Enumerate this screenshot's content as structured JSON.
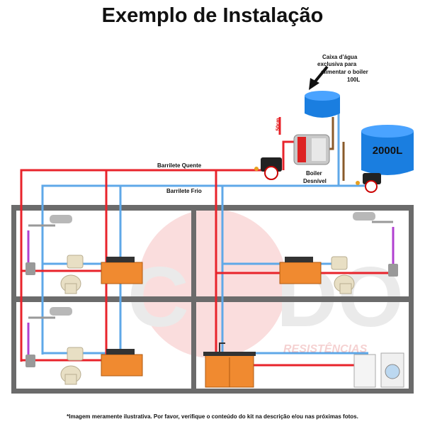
{
  "title": "Exemplo de Instalação",
  "labels": {
    "tank_small_line1": "Caixa d’água",
    "tank_small_line2": "exclusiva para",
    "tank_small_line3": "alimentar o boiler",
    "tank_small_line4": "100L",
    "tank_large": "2000L",
    "height_marker": "50cm",
    "boiler_line1": "Boiler",
    "boiler_line2": "Desnível",
    "hot_manifold": "Barrilete Quente",
    "cold_manifold": "Barrilete Frio",
    "watermark_line": "RESISTÊNCIAS"
  },
  "footnote": "*Imagem meramente ilustrativa. Por favor, verifique o conteúdo do kit na descrição e/ou nas próximas fotos.",
  "colors": {
    "hot_pipe": "#e8232b",
    "cold_pipe": "#5fa8e8",
    "mixed_pipe": "#b040d0",
    "tank_blue": "#1a7ee0",
    "cabinet_orange": "#f08a30",
    "wall": "#6b6b6b"
  }
}
